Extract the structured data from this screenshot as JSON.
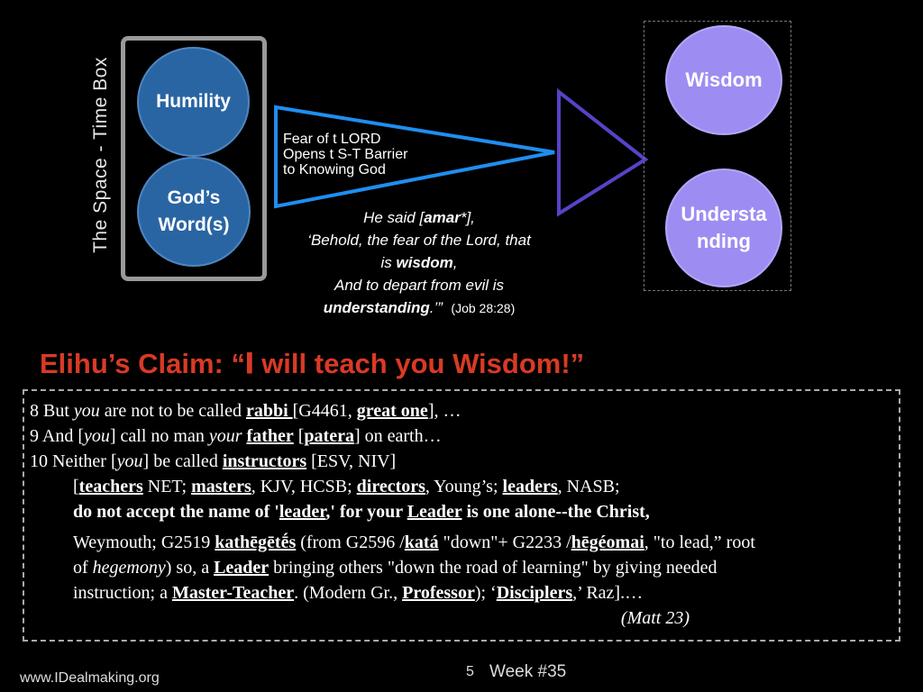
{
  "diagram": {
    "box_label": "The Space - Time Box",
    "humility": "Humility",
    "gods_word_line1": "God’s",
    "gods_word_line2": "Word(s)",
    "fear_line1": "Fear of t LORD",
    "fear_line2": "Opens t S-T Barrier",
    "fear_line3": "to Knowing God",
    "wisdom": "Wisdom",
    "understanding_line1": "Understa",
    "understanding_line2": "nding",
    "colors": {
      "blue_circle": "#2a65a3",
      "purple_circle": "#9d8df2",
      "wedge": "#1f8ef0",
      "arrow": "#5544c8"
    }
  },
  "quote": {
    "l1a": "He said [",
    "l1b": "amar",
    "l1c": "*],",
    "l2": "‘Behold, the fear of the Lord, that",
    "l3a": "is ",
    "l3b": "wisdom",
    "l3c": ",",
    "l4": "And to depart from evil is",
    "l5a": "understanding",
    "l5b": ".’”",
    "ref": "(Job 28:28)"
  },
  "claim": {
    "text_before": "Elihu’s Claim: “",
    "glyph": "𝐈",
    "text_after": " will teach you Wisdom!”",
    "color": "#d93a25"
  },
  "verses": {
    "v8a": "8 But ",
    "v8b": "you",
    "v8c": " are not to be called ",
    "v8d": "rabbi ",
    "v8e": "[G4461, ",
    "v8f": "great one",
    "v8g": "], …",
    "v9a": "9 And [",
    "v9b": "you",
    "v9c": "] call no man ",
    "v9d": "your",
    "v9e": " ",
    "v9f": "father",
    "v9g": " [",
    "v9h": "patera",
    "v9i": "] on earth…",
    "v10a": "10 Neither [",
    "v10b": "you",
    "v10c": "] be called ",
    "v10d": "instructors",
    "v10e": " [ESV, NIV]",
    "t1a": "[",
    "t1b": "teachers",
    "t1c": " NET; ",
    "t1d": "masters",
    "t1e": ", KJV, HCSB; ",
    "t1f": "directors",
    "t1g": ", Young’s; ",
    "t1h": "leaders",
    "t1i": ", NASB;",
    "t2a": "do not accept the name of '",
    "t2b": "leader",
    "t2c": ",' for your ",
    "t2d": "Leader",
    "t2e": " is one alone--the Christ,",
    "t3a": "Weymouth;  G2519 ",
    "t3b": "kathēgētḗs",
    "t3c": " (from G2596 /",
    "t3d": "katá",
    "t3e": " \"down\"+ G2233 /",
    "t3f": "hēgéomai",
    "t3g": ", \"to lead,” root",
    "t4a": "of ",
    "t4b": "hegemony",
    "t4c": ") so, a ",
    "t4d": "Leader",
    "t4e": " bringing others \"down the road of learning\" by giving needed",
    "t5a": "instruction; a ",
    "t5b": "Master-Teacher",
    "t5c": ". (Modern Gr., ",
    "t5d": "Professor",
    "t5e": ");  ‘",
    "t5f": "Disciplers",
    "t5g": ",’ Raz].…",
    "cite": "(Matt 23)"
  },
  "footer": {
    "url": "www.IDealmaking.org",
    "page": "5",
    "week": "Week #35"
  }
}
